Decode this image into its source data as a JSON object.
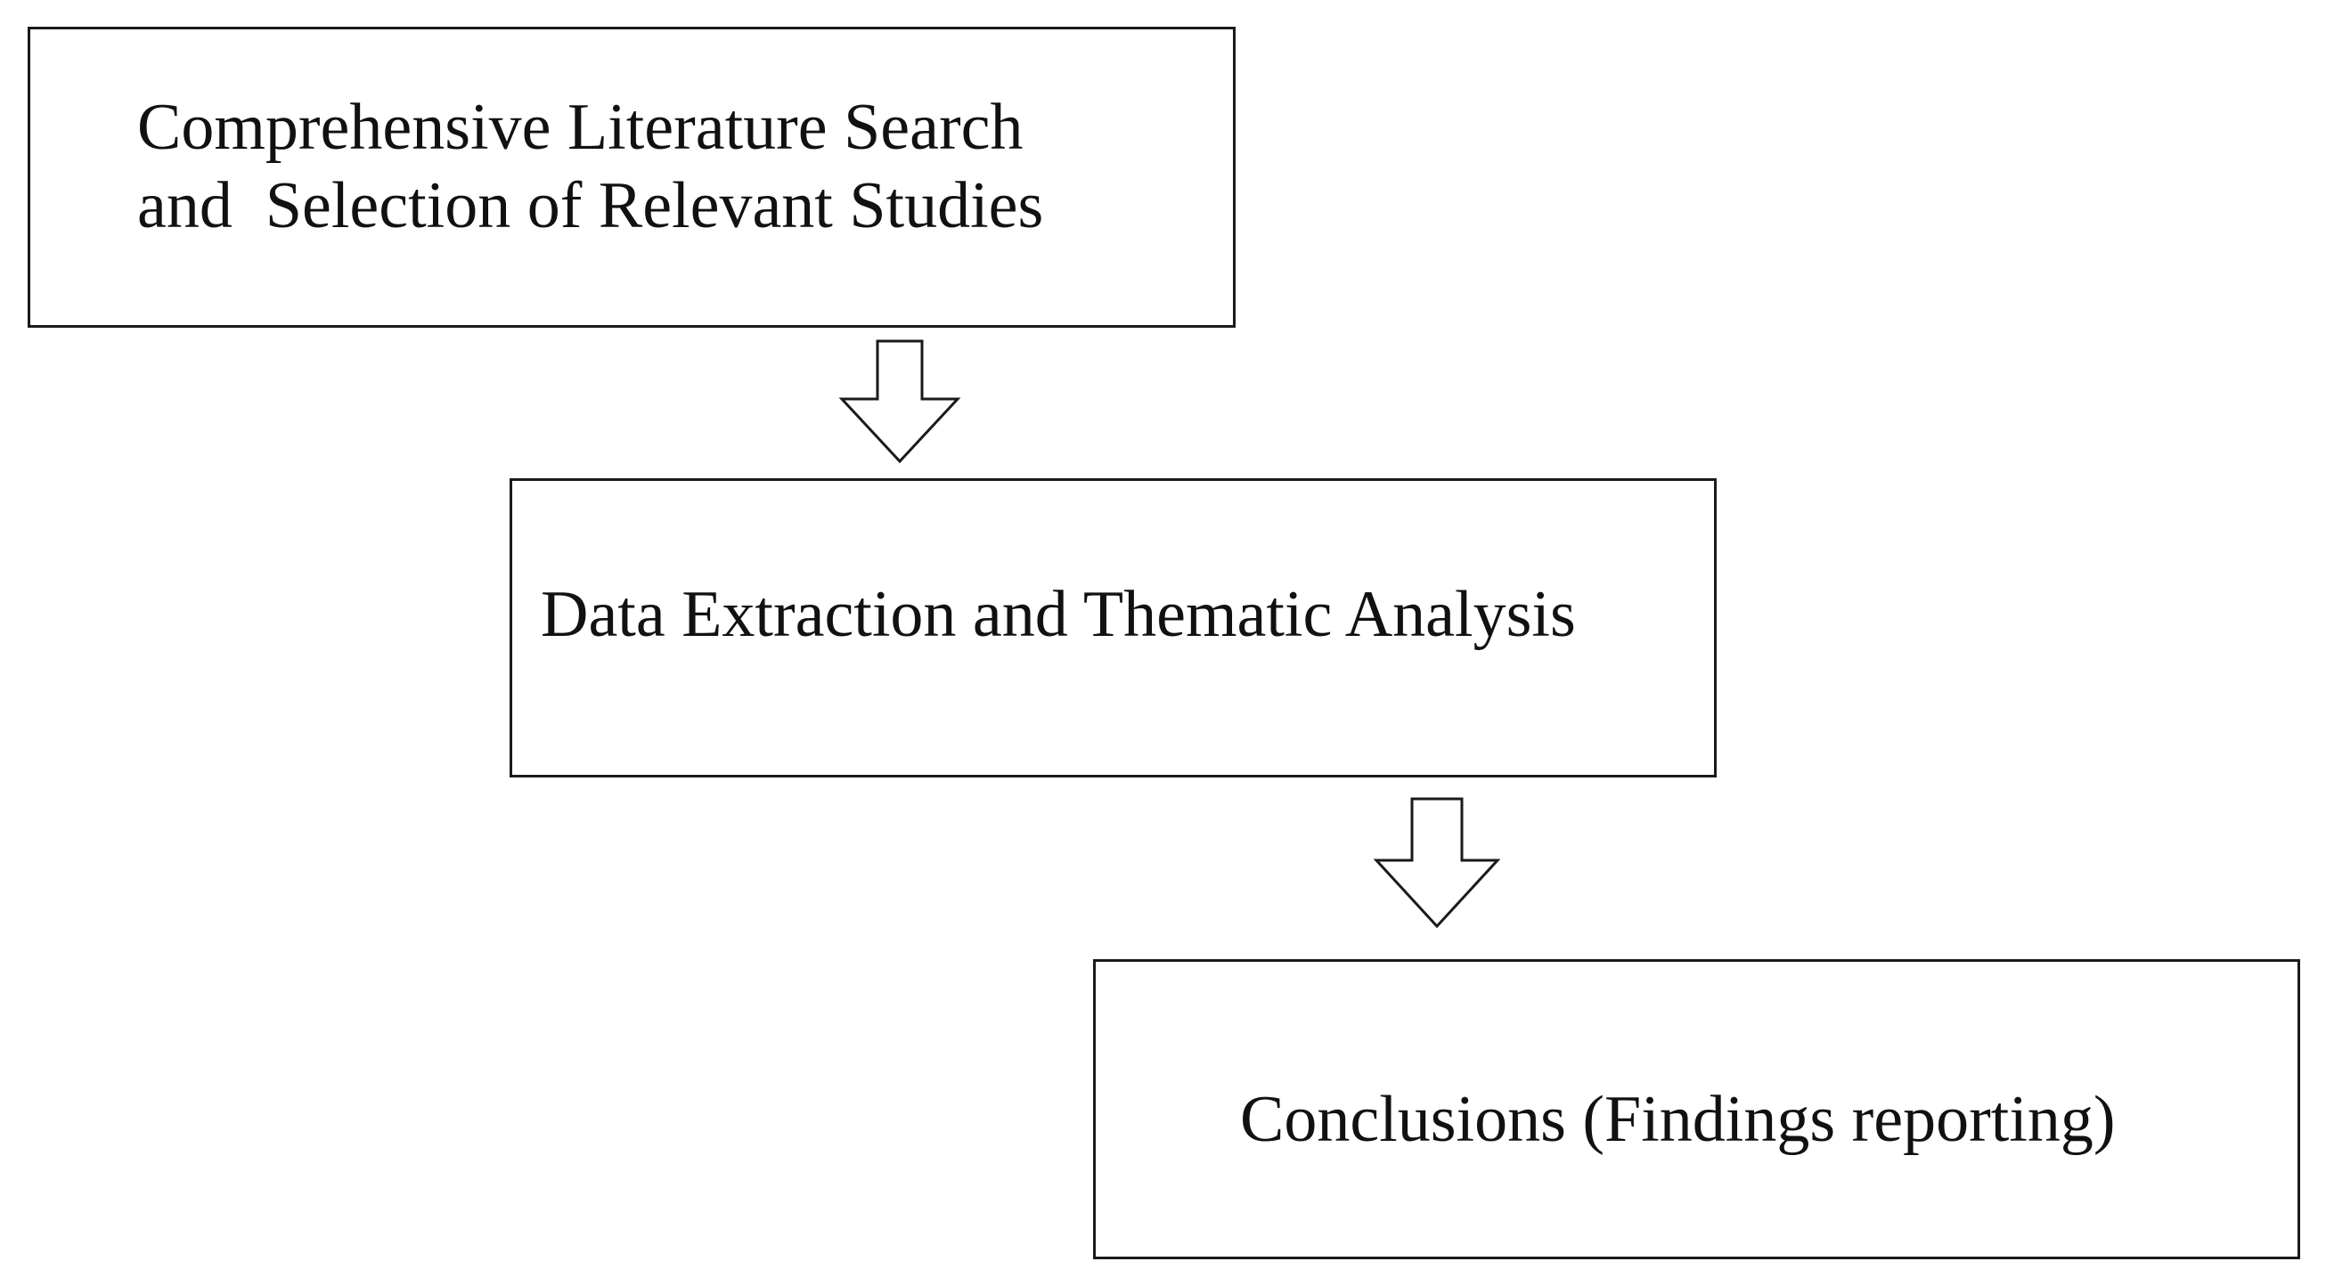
{
  "diagram": {
    "type": "flowchart",
    "direction": "top-to-bottom",
    "steps": [
      {
        "id": "step-1",
        "lines": [
          "Comprehensive Literature Search",
          "and  Selection of Relevant Studies"
        ]
      },
      {
        "id": "step-2",
        "lines": [
          "Data Extraction and Thematic Analysis"
        ]
      },
      {
        "id": "step-3",
        "lines": [
          "Conclusions (Findings reporting)"
        ]
      }
    ],
    "connectors": [
      {
        "from": "step-1",
        "to": "step-2",
        "shape": "block-arrow-down"
      },
      {
        "from": "step-2",
        "to": "step-3",
        "shape": "block-arrow-down"
      }
    ],
    "colors": {
      "border": "#1a1a1a",
      "fill": "#ffffff",
      "text": "#111111"
    }
  }
}
